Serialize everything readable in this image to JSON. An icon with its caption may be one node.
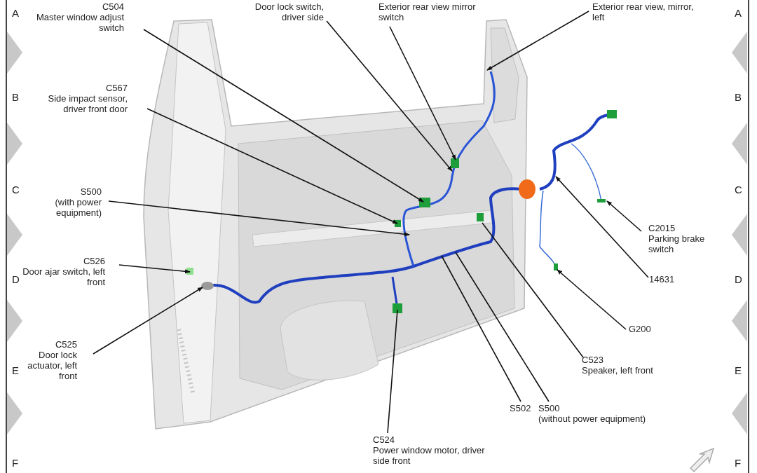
{
  "diagram": {
    "nodes": [
      {
        "text": [
          "C504",
          "Master window adjust switch"
        ]
      },
      {
        "text": [
          "Door lock switch, driver side"
        ]
      },
      {
        "text": [
          "Exterior rear view mirror switch"
        ]
      },
      {
        "text": [
          "Exterior rear view, mirror, left"
        ]
      },
      {
        "text": [
          "C567",
          "Side impact sensor, driver front door"
        ]
      },
      {
        "text": [
          "S500",
          "(with power equipment)"
        ]
      },
      {
        "text": [
          "C526",
          "Door ajar switch, left front"
        ]
      },
      {
        "text": [
          "C525",
          "Door lock actuator, left front"
        ]
      },
      {
        "text": [
          "C524",
          "Power window motor, driver side front"
        ]
      },
      {
        "text": [
          "S502"
        ]
      },
      {
        "text": [
          "S500",
          "(without power equipment)"
        ]
      },
      {
        "text": [
          "C523",
          "Speaker, left front"
        ]
      },
      {
        "text": [
          "G200"
        ]
      },
      {
        "text": [
          "14631"
        ]
      },
      {
        "text": [
          "C2015",
          "Parking brake switch"
        ]
      }
    ],
    "edges": [
      {
        "from": 0,
        "to": null,
        "arrow": "to"
      },
      {
        "from": 1,
        "to": null,
        "arrow": "to"
      },
      {
        "from": 2,
        "to": null,
        "arrow": "to"
      },
      {
        "from": 3,
        "to": null,
        "arrow": "to"
      },
      {
        "from": 4,
        "to": null,
        "arrow": "to"
      },
      {
        "from": 5,
        "to": null,
        "arrow": "to"
      },
      {
        "from": 6,
        "to": null,
        "arrow": "to"
      },
      {
        "from": 7,
        "to": null,
        "arrow": "to"
      },
      {
        "from": 8,
        "to": null,
        "arrow": "none"
      },
      {
        "from": 9,
        "to": null,
        "arrow": "none"
      },
      {
        "from": 10,
        "to": null,
        "arrow": "none"
      },
      {
        "from": 11,
        "to": null,
        "arrow": "none"
      },
      {
        "from": 12,
        "to": null,
        "arrow": "to"
      },
      {
        "from": 13,
        "to": null,
        "arrow": "to"
      },
      {
        "from": 14,
        "to": null,
        "arrow": "to"
      }
    ],
    "labels": [
      "A",
      "A",
      "B",
      "B",
      "C",
      "C",
      "D",
      "D",
      "E",
      "E",
      "F",
      "F"
    ]
  }
}
